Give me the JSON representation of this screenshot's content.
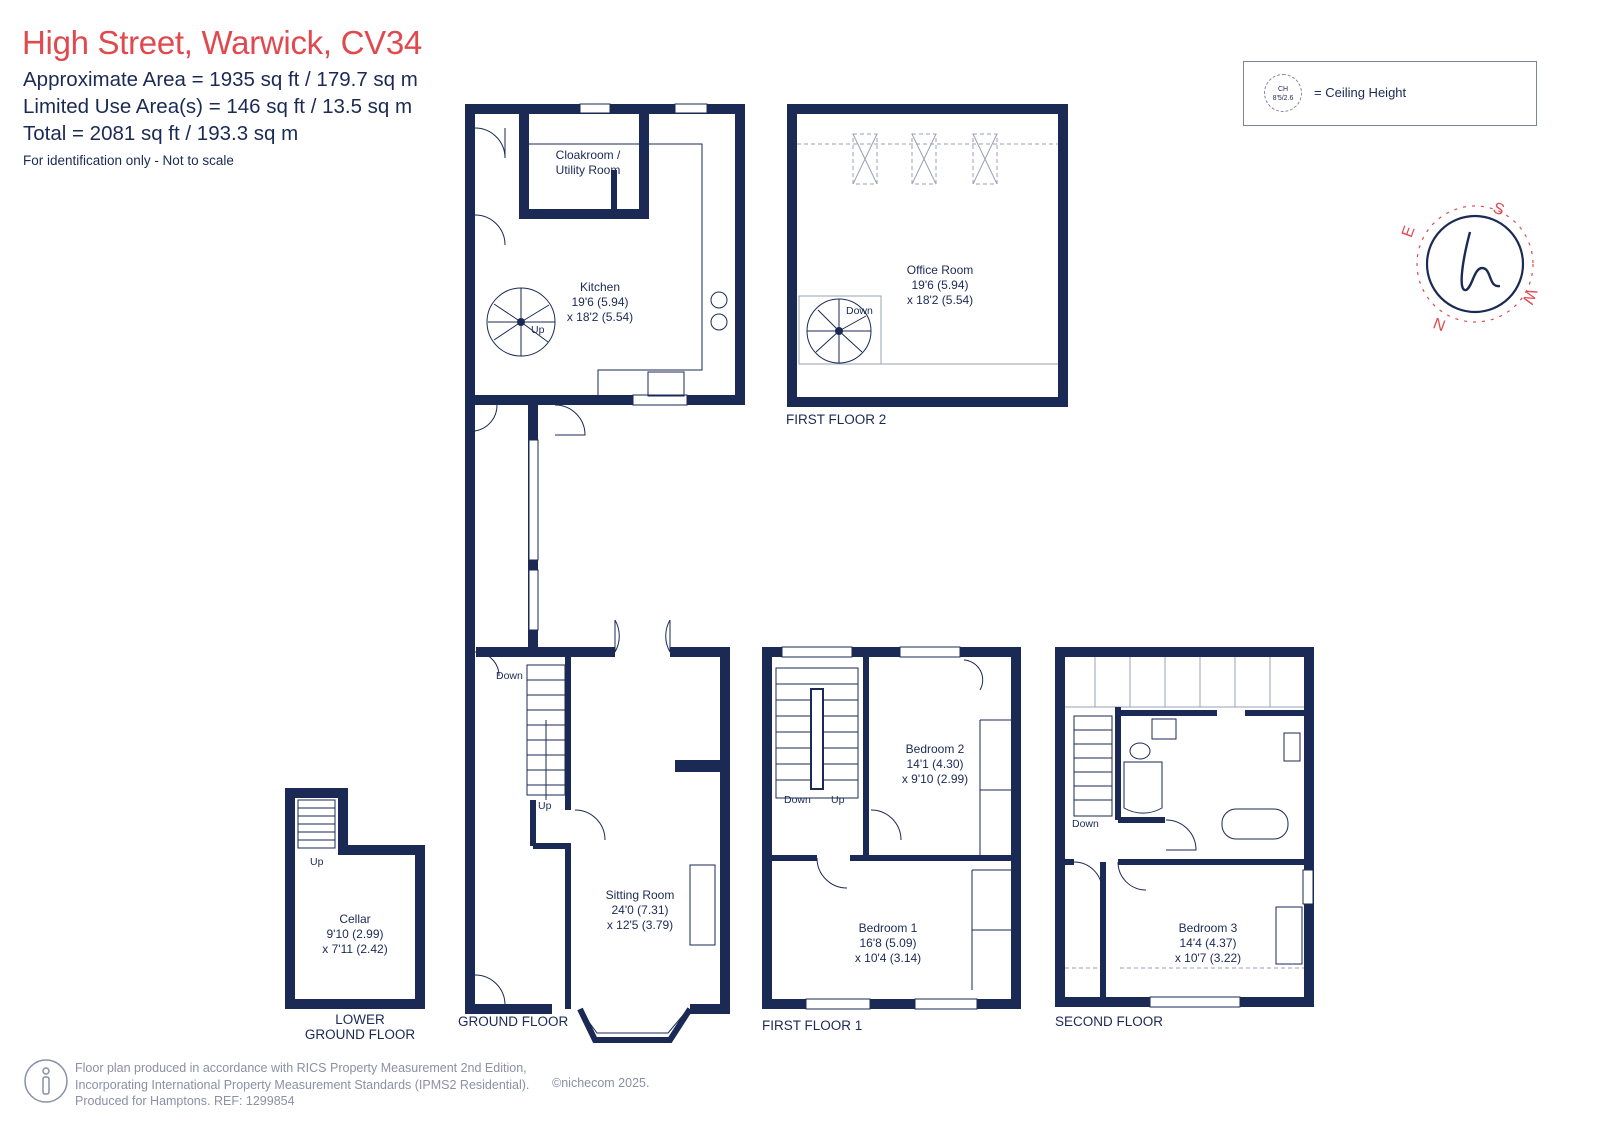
{
  "header": {
    "title": "High Street, Warwick, CV34",
    "approx_area": "Approximate Area = 1935 sq ft / 179.7 sq m",
    "limited_use": "Limited Use Area(s) = 146 sq ft / 13.5 sq m",
    "total": "Total = 2081 sq ft / 193.3 sq m",
    "note": "For identification only - Not to scale"
  },
  "legend": {
    "badge_line1": "CH",
    "badge_line2": "8'5/2.6",
    "text": "= Ceiling Height"
  },
  "compass": {
    "n": "N",
    "s": "S",
    "e": "E",
    "w": "W"
  },
  "floors": {
    "lower_ground_1": "LOWER",
    "lower_ground_2": "GROUND FLOOR",
    "ground": "GROUND FLOOR",
    "first_1": "FIRST FLOOR 1",
    "first_2": "FIRST FLOOR 2",
    "second": "SECOND FLOOR"
  },
  "rooms": {
    "cloakroom": {
      "name1": "Cloakroom /",
      "name2": "Utility Room"
    },
    "kitchen": {
      "name": "Kitchen",
      "dim1": "19'6 (5.94)",
      "dim2": "x 18'2 (5.54)"
    },
    "office": {
      "name": "Office Room",
      "dim1": "19'6 (5.94)",
      "dim2": "x 18'2 (5.54)"
    },
    "sitting": {
      "name": "Sitting Room",
      "dim1": "24'0 (7.31)",
      "dim2": "x 12'5 (3.79)"
    },
    "cellar": {
      "name": "Cellar",
      "dim1": "9'10 (2.99)",
      "dim2": "x 7'11 (2.42)"
    },
    "bedroom2": {
      "name": "Bedroom 2",
      "dim1": "14'1 (4.30)",
      "dim2": "x 9'10 (2.99)"
    },
    "bedroom1": {
      "name": "Bedroom 1",
      "dim1": "16'8 (5.09)",
      "dim2": "x 10'4 (3.14)"
    },
    "bedroom3": {
      "name": "Bedroom 3",
      "dim1": "14'4 (4.37)",
      "dim2": "x 10'7 (3.22)"
    }
  },
  "stairs": {
    "up": "Up",
    "down": "Down"
  },
  "footer": {
    "line1": "Floor plan produced in accordance with RICS Property Measurement 2nd Edition,",
    "line2": "Incorporating International Property Measurement Standards (IPMS2 Residential).",
    "line3": "Produced for Hamptons.   REF: 1299854",
    "copyright": "©nichecom 2025."
  },
  "colors": {
    "wall": "#1b2a55",
    "title": "#e04a4f",
    "compass": "#e04a4f",
    "muted": "#8a90a6"
  }
}
